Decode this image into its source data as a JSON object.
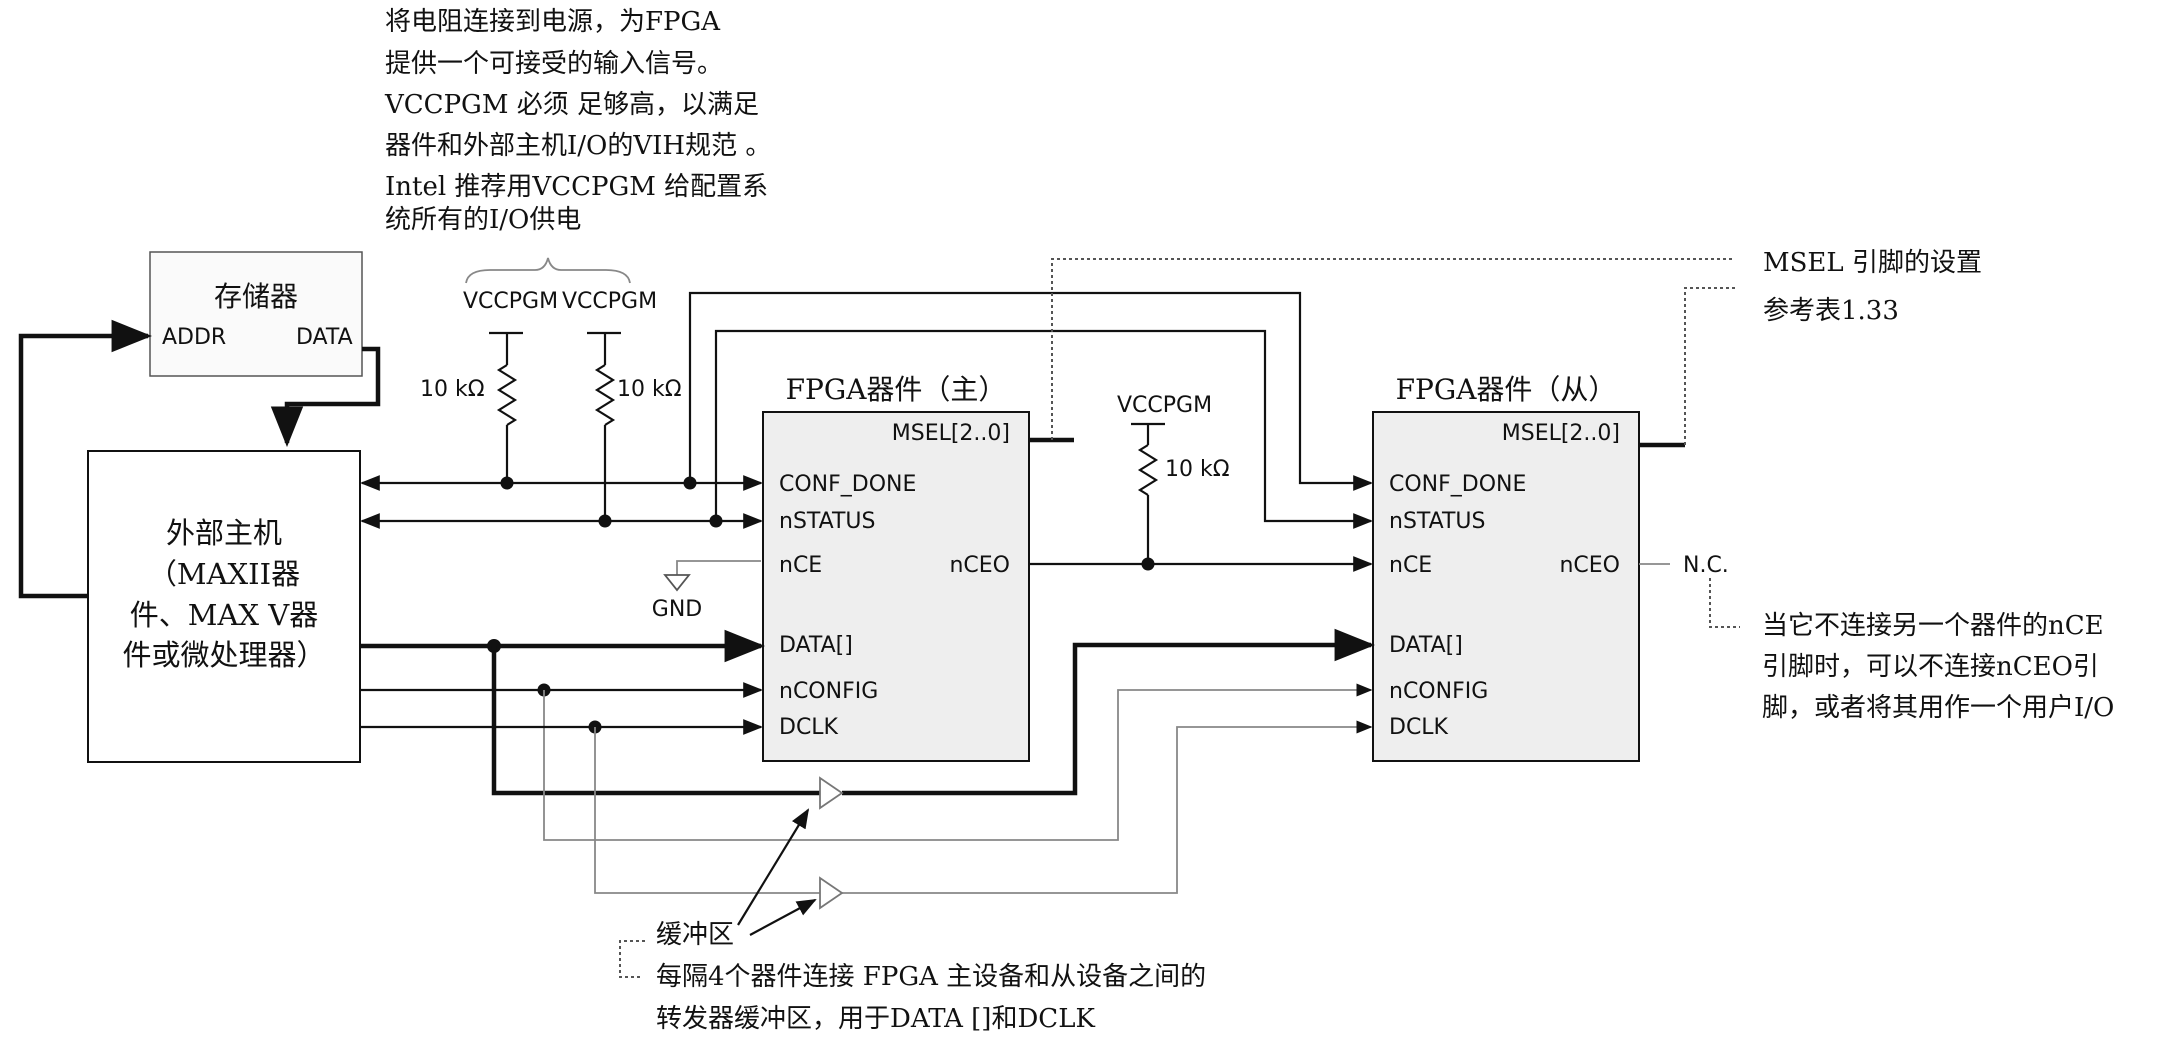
{
  "notes": {
    "top_lines": [
      "将电阻连接到电源，为FPGA",
      "提供一个可接受的输入信号。",
      "VCCPGM 必须 足够高，以满足",
      "器件和外部主机I/O的VIH规范 。",
      "Intel 推荐用VCCPGM 给配置系",
      "统所有的I/O供电"
    ],
    "msel_lines": [
      "MSEL 引脚的设置",
      "参考表1.33"
    ],
    "nceo_lines": [
      "当它不连接另一个器件的nCE",
      "引脚时，可以不连接nCEO引",
      "脚，或者将其用作一个用户I/O"
    ],
    "buffer_label": "缓冲区",
    "bottom_lines": [
      "每隔4个器件连接 FPGA 主设备和从设备之间的",
      "转发器缓冲区，用于DATA []和DCLK"
    ]
  },
  "memory": {
    "title": "存储器",
    "addr": "ADDR",
    "data": "DATA"
  },
  "host": {
    "lines": [
      "外部主机",
      "（MAXII器",
      "件、MAX V器",
      "件或微处理器）"
    ]
  },
  "power": {
    "vccpgm_1": "VCCPGM",
    "vccpgm_2": "VCCPGM",
    "vccpgm_3": "VCCPGM",
    "res_1": "10 kΩ",
    "res_2": "10 kΩ",
    "res_3": "10 kΩ",
    "gnd": "GND",
    "nc": "N.C."
  },
  "master": {
    "title": "FPGA器件（主）",
    "pins": {
      "msel": "MSEL[2..0]",
      "conf_done": "CONF_DONE",
      "nstatus": "nSTATUS",
      "nce": "nCE",
      "nceo": "nCEO",
      "data": "DATA[]",
      "nconfig": "nCONFIG",
      "dclk": "DCLK"
    }
  },
  "slave": {
    "title": "FPGA器件（从）",
    "pins": {
      "msel": "MSEL[2..0]",
      "conf_done": "CONF_DONE",
      "nstatus": "nSTATUS",
      "nce": "nCE",
      "nceo": "nCEO",
      "data": "DATA[]",
      "nconfig": "nCONFIG",
      "dclk": "DCLK"
    }
  }
}
